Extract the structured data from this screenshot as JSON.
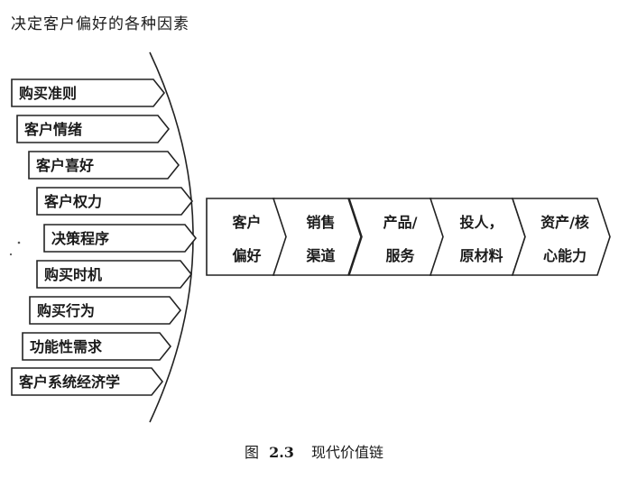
{
  "title": "决定客户偏好的各种因素",
  "caption": {
    "prefix": "图",
    "number": "2.3",
    "text": "现代价值链"
  },
  "factors": [
    "购买准则",
    "客户情绪",
    "客户喜好",
    "客户权力",
    "决策程序",
    "购买时机",
    "购买行为",
    "功能性需求",
    "客户系统经济学"
  ],
  "chain": [
    {
      "line1": "客户",
      "line2": "偏好"
    },
    {
      "line1": "销售",
      "line2": "渠道"
    },
    {
      "line1": "产品/",
      "line2": "服务"
    },
    {
      "line1": "投人，",
      "line2": "原材料"
    },
    {
      "line1": "资产/核",
      "line2": "心能力"
    }
  ],
  "colors": {
    "ink": "#1a1a1a",
    "paper": "#ffffff"
  }
}
